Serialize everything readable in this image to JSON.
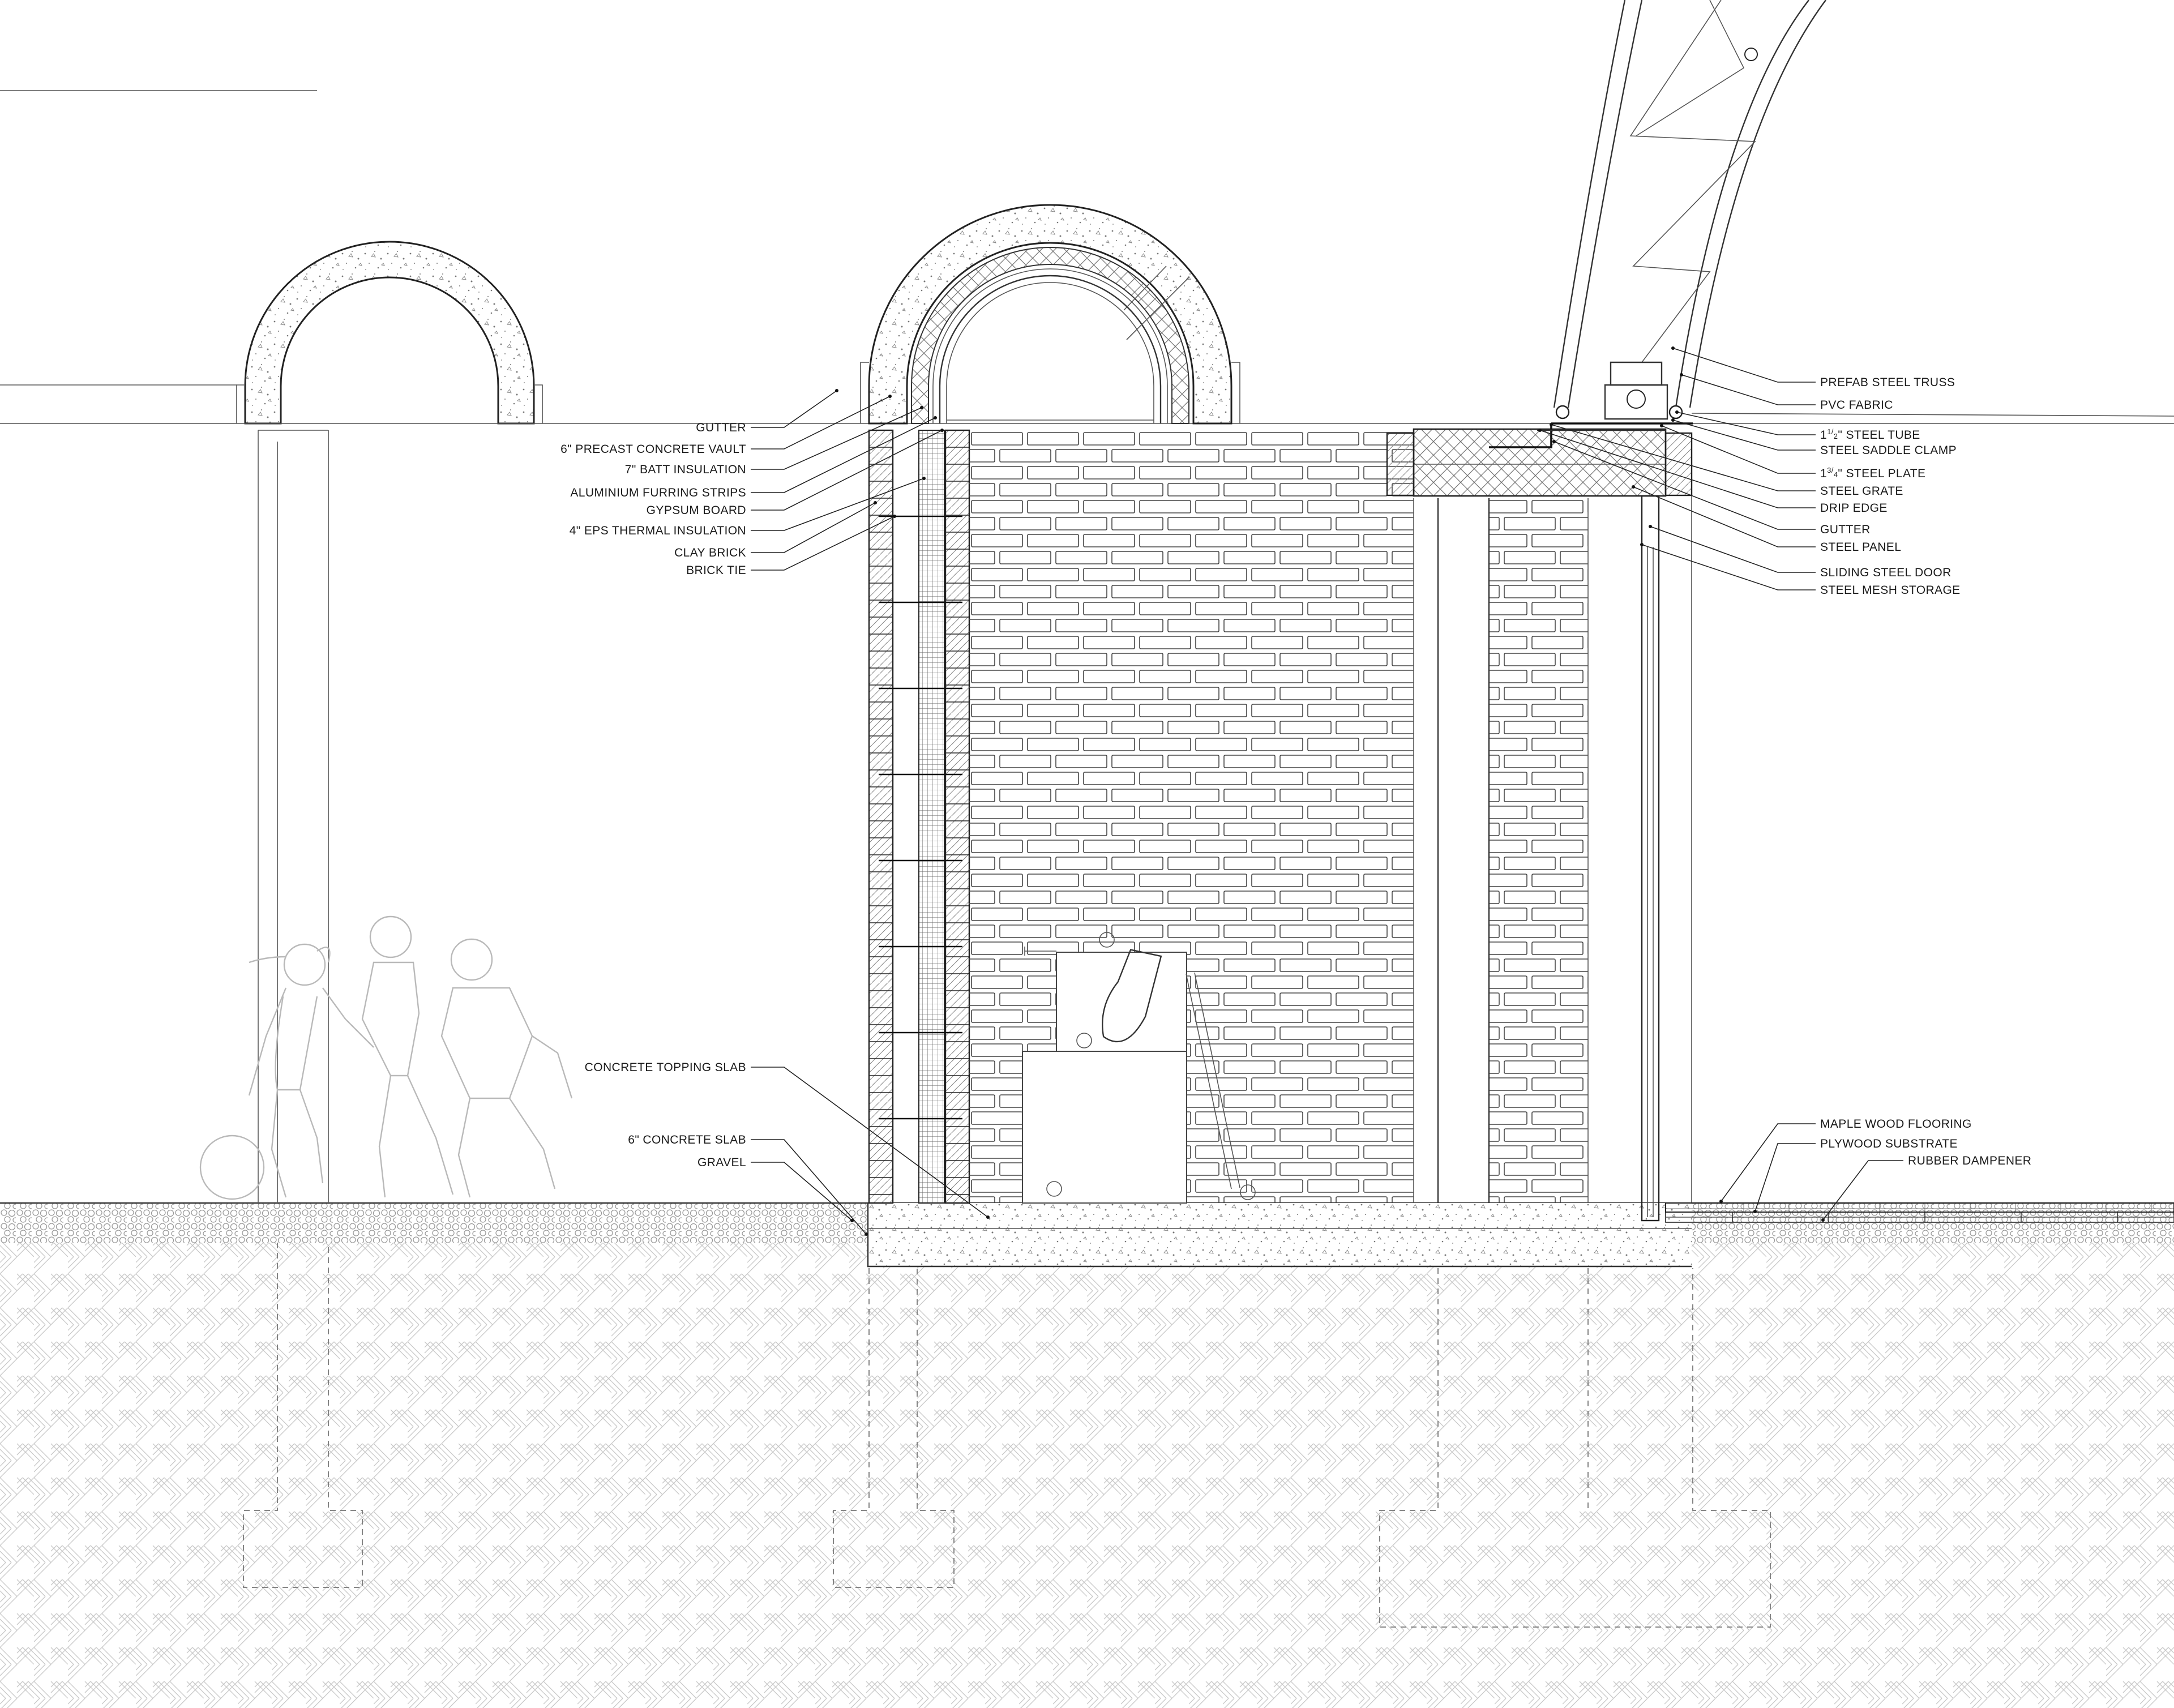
{
  "labels_left": [
    {
      "id": "gutter",
      "text": "GUTTER"
    },
    {
      "id": "precast-vault",
      "text": "6\" PRECAST CONCRETE VAULT"
    },
    {
      "id": "batt-insulation",
      "text": "7\" BATT INSULATION"
    },
    {
      "id": "furring-strips",
      "text": "ALUMINIUM FURRING STRIPS"
    },
    {
      "id": "gypsum-board",
      "text": "GYPSUM BOARD"
    },
    {
      "id": "eps-insulation",
      "text": "4\" EPS THERMAL INSULATION"
    },
    {
      "id": "clay-brick",
      "text": "CLAY BRICK"
    },
    {
      "id": "brick-tie",
      "text": "BRICK TIE"
    },
    {
      "id": "topping-slab",
      "text": "CONCRETE TOPPING SLAB"
    },
    {
      "id": "concrete-slab",
      "text": "6\" CONCRETE SLAB"
    },
    {
      "id": "gravel",
      "text": "GRAVEL"
    }
  ],
  "labels_right": [
    {
      "id": "steel-truss",
      "text": "PREFAB STEEL TRUSS"
    },
    {
      "id": "pvc-fabric",
      "text": "PVC FABRIC"
    },
    {
      "id": "steel-tube",
      "text": "STEEL TUBE",
      "prefix": "1",
      "fraction": "1/2",
      "mark": "\""
    },
    {
      "id": "saddle-clamp",
      "text": "STEEL SADDLE CLAMP"
    },
    {
      "id": "steel-plate",
      "text": "STEEL PLATE",
      "prefix": "1",
      "fraction": "3/4",
      "mark": "\""
    },
    {
      "id": "steel-grate",
      "text": "STEEL GRATE"
    },
    {
      "id": "drip-edge",
      "text": "DRIP EDGE"
    },
    {
      "id": "gutter-right",
      "text": "GUTTER"
    },
    {
      "id": "steel-panel",
      "text": "STEEL PANEL"
    },
    {
      "id": "sliding-door",
      "text": "SLIDING STEEL DOOR"
    },
    {
      "id": "mesh-storage",
      "text": "STEEL MESH STORAGE"
    },
    {
      "id": "maple-flooring",
      "text": "MAPLE WOOD FLOORING"
    },
    {
      "id": "plywood-substrate",
      "text": "PLYWOOD SUBSTRATE"
    },
    {
      "id": "rubber-dampener",
      "text": "RUBBER DAMPENER"
    }
  ],
  "colors": {
    "linework": "#222222",
    "ghost_figures": "#b9b9b9",
    "soil_hatch": "#c4c4c4",
    "background": "#ffffff"
  }
}
